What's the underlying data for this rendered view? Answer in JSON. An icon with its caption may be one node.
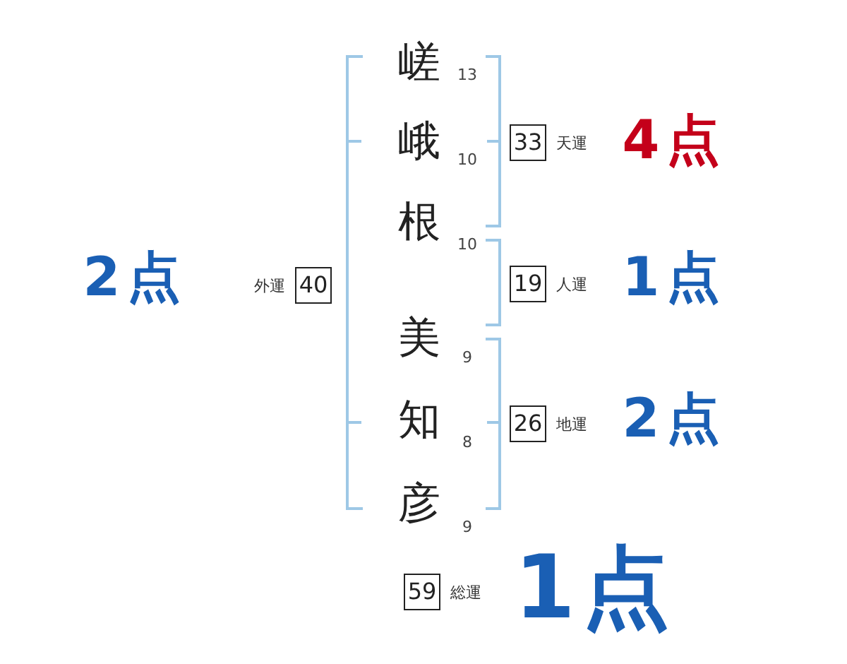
{
  "diagram": {
    "nodes": [
      {
        "text": [
          "33"
        ],
        "beside": [
          "天運"
        ]
      },
      {
        "text": [
          "40"
        ],
        "beside": [
          "外運"
        ]
      },
      {
        "text": [
          "19"
        ],
        "beside": [
          "人運"
        ]
      },
      {
        "text": [
          "26"
        ],
        "beside": [
          "地運"
        ]
      },
      {
        "text": [
          "59"
        ],
        "beside": [
          "総運"
        ]
      }
    ],
    "labels": [
      "嵯",
      "13",
      "峨",
      "10",
      "4点",
      "根",
      "10",
      "2点",
      "1点",
      "美",
      "9",
      "知",
      "8",
      "2点",
      "彦",
      "9",
      "1点"
    ]
  }
}
